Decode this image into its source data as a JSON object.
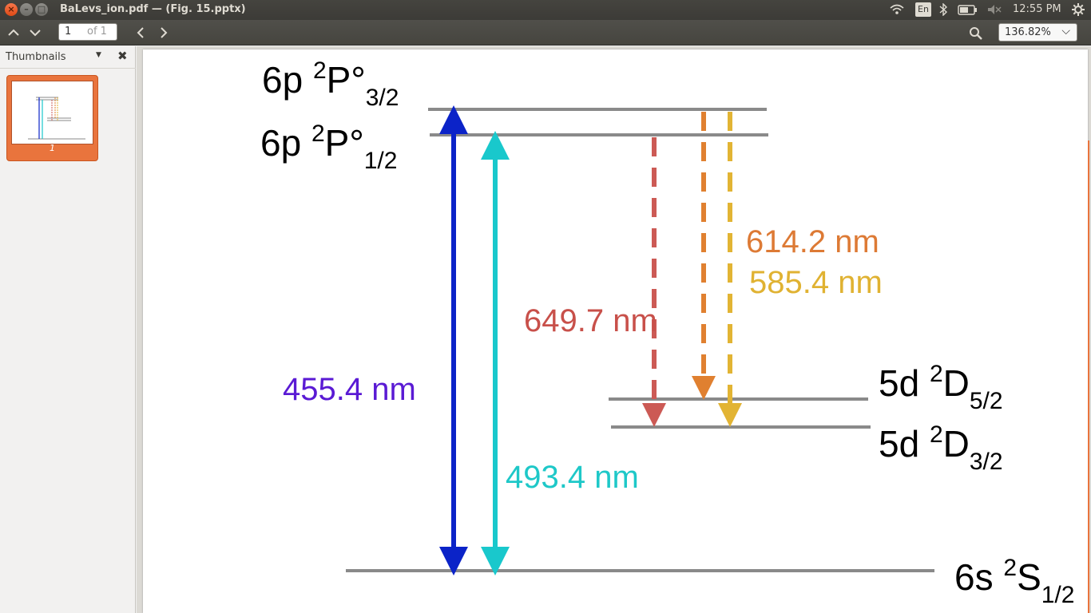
{
  "window": {
    "title": "BaLevs_ion.pdf — (Fig. 15.pptx)"
  },
  "tray": {
    "lang": "En",
    "time": "12:55 PM"
  },
  "toolbar": {
    "page_current": "1",
    "page_total": "of 1",
    "zoom": "136.82%"
  },
  "sidebar": {
    "title": "Thumbnails",
    "thumb_label": "1"
  },
  "diagram": {
    "levels": {
      "p32": {
        "main": "6p ",
        "sup": "2",
        "term": "P°",
        "sub": "3/2"
      },
      "p12": {
        "main": "6p ",
        "sup": "2",
        "term": "P°",
        "sub": "1/2"
      },
      "d52": {
        "main": "5d ",
        "sup": "2",
        "term": "D",
        "sub": "5/2"
      },
      "d32": {
        "main": "5d ",
        "sup": "2",
        "term": "D",
        "sub": "3/2"
      },
      "s12": {
        "main": "6s ",
        "sup": "2",
        "term": "S",
        "sub": "1/2"
      }
    },
    "transitions": {
      "t455": {
        "label": "455.4 nm",
        "color": "#5a1ad4"
      },
      "t493": {
        "label": "493.4 nm",
        "color": "#1ec8c8"
      },
      "t649": {
        "label": "649.7 nm",
        "color": "#c8504a"
      },
      "t614": {
        "label": "614.2 nm",
        "color": "#dd7a35"
      },
      "t585": {
        "label": "585.4 nm",
        "color": "#e0b232"
      }
    },
    "colors": {
      "level_line": "#8a8a8a",
      "arrow_455": "#0b23c8",
      "arrow_493": "#19c8cc",
      "arrow_649": "#cc5a55",
      "arrow_614": "#e08030",
      "arrow_585": "#e2b434"
    }
  }
}
